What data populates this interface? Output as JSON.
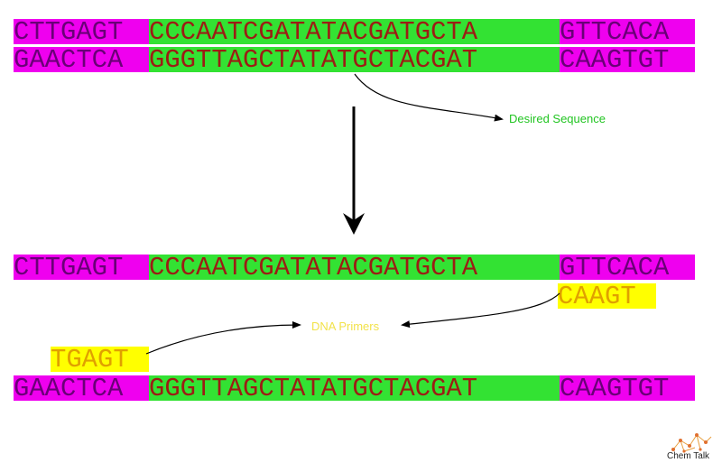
{
  "top_duplex": {
    "top_strand": [
      {
        "text": "CTTGAGT",
        "role": "flank"
      },
      {
        "text": "CCCAATCGATATACGATGCTA",
        "role": "core"
      },
      {
        "text": "GTTCACA",
        "role": "flank"
      }
    ],
    "bottom_strand": [
      {
        "text": "GAACTCA",
        "role": "flank"
      },
      {
        "text": "GGGTTAGCTATATGCTACGAT",
        "role": "core"
      },
      {
        "text": "CAAGTGT",
        "role": "flank"
      }
    ]
  },
  "bottom_duplex": {
    "top_strand": [
      {
        "text": "CTTGAGT",
        "role": "flank"
      },
      {
        "text": "CCCAATCGATATACGATGCTA",
        "role": "core"
      },
      {
        "text": "GTTCACA",
        "role": "flank"
      }
    ],
    "bottom_strand": [
      {
        "text": "GAACTCA",
        "role": "flank"
      },
      {
        "text": "GGGTTAGCTATATGCTACGAT",
        "role": "core"
      },
      {
        "text": "CAAGTGT",
        "role": "flank"
      }
    ]
  },
  "primers": {
    "right": "CAAGT",
    "left": "TGAGT"
  },
  "labels": {
    "desired_sequence": "Desired Sequence",
    "dna_primers": "DNA Primers"
  },
  "logo": {
    "text": "Chem Talk"
  },
  "colors": {
    "flank": "#ef00ef",
    "core": "#33e233",
    "primer": "#ffff00",
    "desired_label": "#22c522",
    "primer_label": "#f2e24a"
  }
}
